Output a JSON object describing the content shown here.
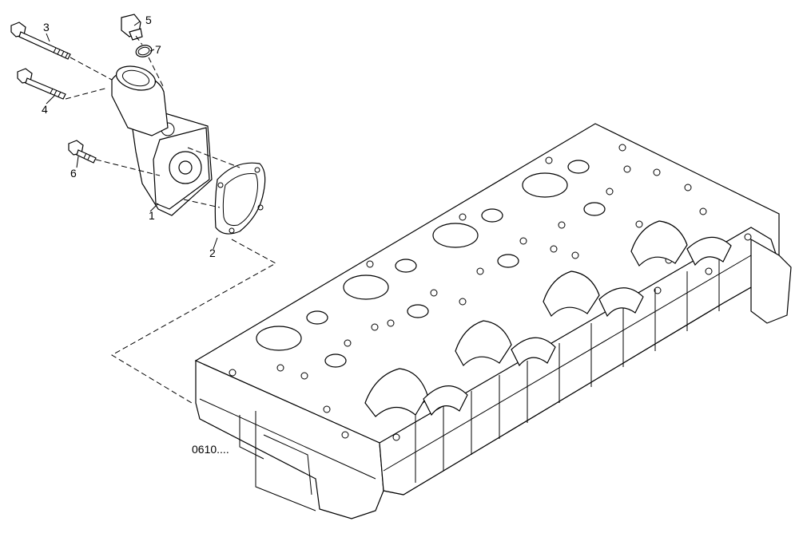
{
  "callouts": {
    "c1": "1",
    "c2": "2",
    "c3": "3",
    "c4": "4",
    "c5": "5",
    "c6": "6",
    "c7": "7"
  },
  "reference_code": "0610...."
}
